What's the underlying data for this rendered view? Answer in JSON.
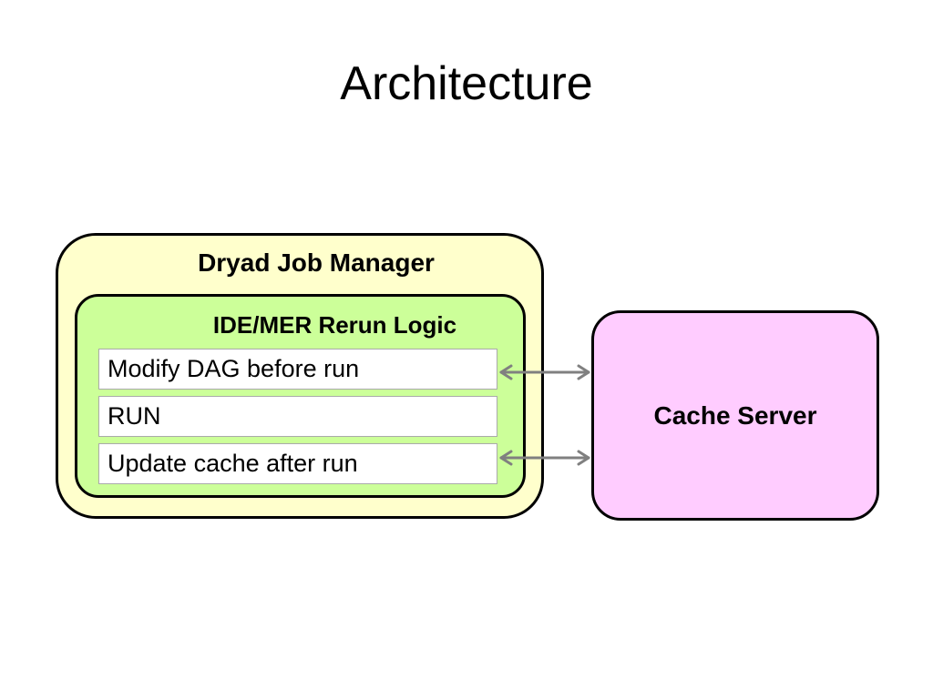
{
  "title": "Architecture",
  "job_manager": {
    "label": "Dryad Job Manager",
    "rerun_logic": {
      "label": "IDE/MER Rerun Logic",
      "steps": [
        "Modify DAG before run",
        "RUN",
        "Update cache after run"
      ]
    }
  },
  "cache_server": {
    "label": "Cache Server"
  },
  "colors": {
    "job_manager_fill": "#ffffcc",
    "rerun_logic_fill": "#ccff99",
    "cache_server_fill": "#ffccff",
    "arrow": "#808080"
  }
}
